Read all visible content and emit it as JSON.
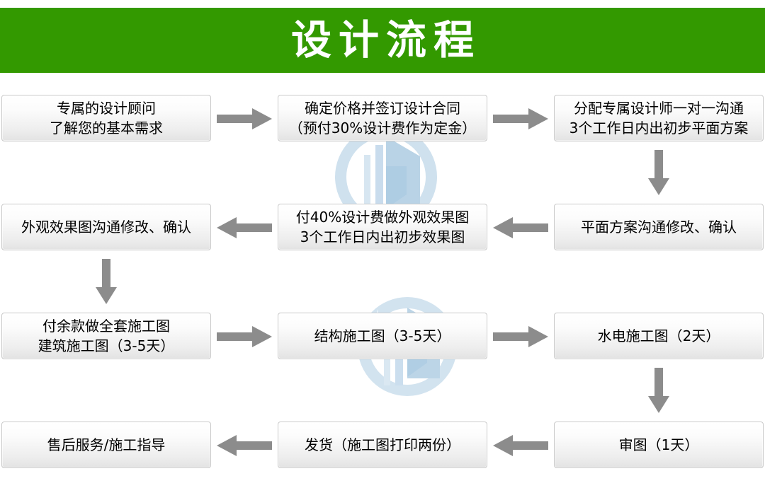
{
  "header": {
    "title": "设计流程",
    "background_color": "#339900",
    "text_color": "#ffffff"
  },
  "theme": {
    "box_border_color": "#c9c9c9",
    "box_fill_top": "#ffffff",
    "box_fill_bottom": "#e3e3e3",
    "arrow_color": "#8c8c8c",
    "text_color": "#000000",
    "watermark_color": "#b7d4e8",
    "page_background": "#ffffff"
  },
  "flow": {
    "steps": [
      {
        "id": "step-1",
        "row": 1,
        "column": 1,
        "text": "专属的设计顾问\n了解您的基本需求"
      },
      {
        "id": "step-2",
        "row": 1,
        "column": 2,
        "text": "确定价格并签订设计合同\n（预付30%设计费作为定金）"
      },
      {
        "id": "step-3",
        "row": 1,
        "column": 3,
        "text": "分配专属设计师一对一沟通\n3个工作日内出初步平面方案"
      },
      {
        "id": "step-4",
        "row": 2,
        "column": 3,
        "text": "平面方案沟通修改、确认"
      },
      {
        "id": "step-5",
        "row": 2,
        "column": 2,
        "text": "付40%设计费做外观效果图\n3个工作日内出初步效果图"
      },
      {
        "id": "step-6",
        "row": 2,
        "column": 1,
        "text": "外观效果图沟通修改、确认"
      },
      {
        "id": "step-7",
        "row": 3,
        "column": 1,
        "text": "付余款做全套施工图\n建筑施工图（3-5天）"
      },
      {
        "id": "step-8",
        "row": 3,
        "column": 2,
        "text": "结构施工图（3-5天）"
      },
      {
        "id": "step-9",
        "row": 3,
        "column": 3,
        "text": "水电施工图（2天）"
      },
      {
        "id": "step-10",
        "row": 4,
        "column": 3,
        "text": "审图（1天）"
      },
      {
        "id": "step-11",
        "row": 4,
        "column": 2,
        "text": "发货（施工图打印两份）"
      },
      {
        "id": "step-12",
        "row": 4,
        "column": 1,
        "text": "售后服务/施工指导"
      }
    ],
    "connectors": [
      {
        "id": "connector-1",
        "direction": "right",
        "from": "step-1",
        "to": "step-2"
      },
      {
        "id": "connector-2",
        "direction": "right",
        "from": "step-2",
        "to": "step-3"
      },
      {
        "id": "connector-3",
        "direction": "down",
        "from": "step-3",
        "to": "step-4"
      },
      {
        "id": "connector-4",
        "direction": "left",
        "from": "step-4",
        "to": "step-5"
      },
      {
        "id": "connector-5",
        "direction": "left",
        "from": "step-5",
        "to": "step-6"
      },
      {
        "id": "connector-6",
        "direction": "down",
        "from": "step-6",
        "to": "step-7"
      },
      {
        "id": "connector-7",
        "direction": "right",
        "from": "step-7",
        "to": "step-8"
      },
      {
        "id": "connector-8",
        "direction": "right",
        "from": "step-8",
        "to": "step-9"
      },
      {
        "id": "connector-9",
        "direction": "down",
        "from": "step-9",
        "to": "step-10"
      },
      {
        "id": "connector-10",
        "direction": "left",
        "from": "step-10",
        "to": "step-11"
      },
      {
        "id": "connector-11",
        "direction": "left",
        "from": "step-11",
        "to": "step-12"
      }
    ]
  },
  "watermarks": [
    {
      "id": "watermark-1",
      "shape": "circular-logo"
    },
    {
      "id": "watermark-2",
      "shape": "circular-logo-with-sparkle"
    }
  ]
}
